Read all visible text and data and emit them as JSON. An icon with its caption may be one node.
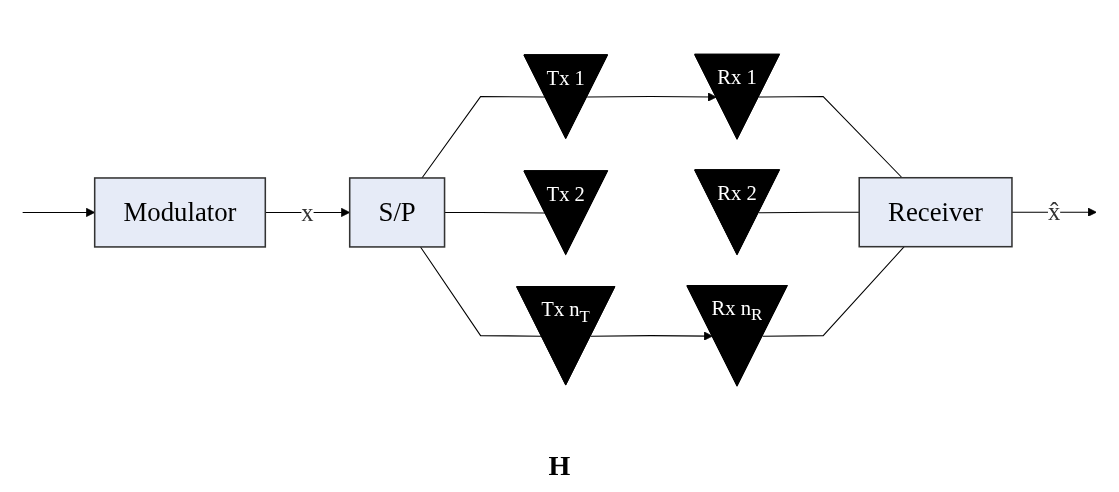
{
  "diagram": {
    "nodes": [
      {
        "text": [
          "Modulator"
        ]
      },
      {
        "text": [
          "S/P"
        ]
      },
      {
        "text": [
          "Tx 1"
        ]
      },
      {
        "text": [
          "Tx 2"
        ]
      },
      {
        "text": [
          "Tx n$_{T}$"
        ]
      },
      {
        "text": [
          "Rx 1"
        ]
      },
      {
        "text": [
          "Rx 2"
        ]
      },
      {
        "text": [
          "Rx n$_{R}$"
        ]
      },
      {
        "text": [
          "Receiver"
        ]
      }
    ],
    "edges": [
      {
        "from": null,
        "to": 0,
        "arrow": "to"
      },
      {
        "from": 0,
        "to": 1,
        "arrow": "to",
        "label": "x"
      },
      {
        "from": 1,
        "to": 2,
        "arrow": "none"
      },
      {
        "from": 1,
        "to": 3,
        "arrow": "none"
      },
      {
        "from": 1,
        "to": 4,
        "arrow": "none"
      },
      {
        "from": 2,
        "to": 5,
        "arrow": "to"
      },
      {
        "from": 4,
        "to": 7,
        "arrow": "to"
      },
      {
        "from": 5,
        "to": 8,
        "arrow": "none"
      },
      {
        "from": 6,
        "to": 8,
        "arrow": "none"
      },
      {
        "from": 7,
        "to": 8,
        "arrow": "none"
      },
      {
        "from": 8,
        "to": null,
        "arrow": "to",
        "label": "x̂"
      }
    ],
    "labels": [
      "H"
    ]
  }
}
